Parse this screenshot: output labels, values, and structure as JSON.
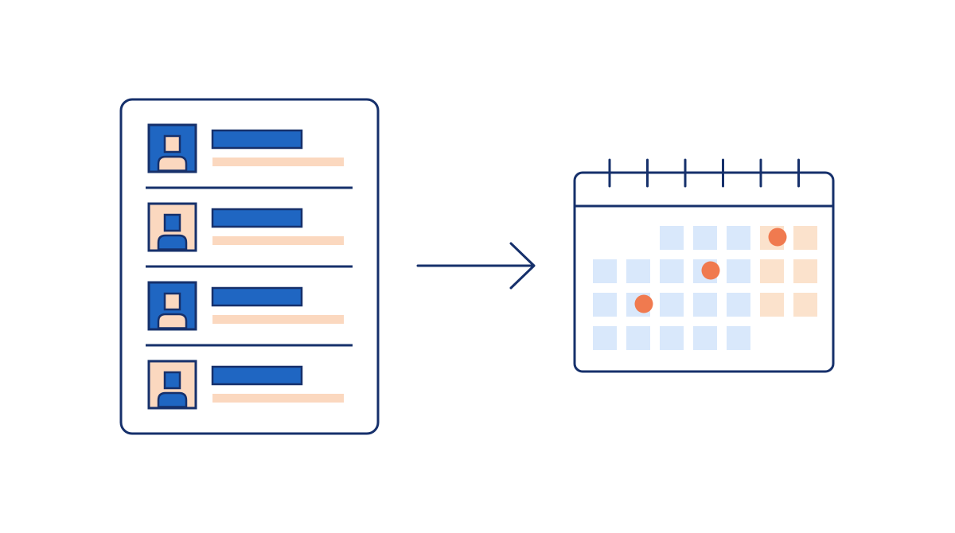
{
  "colors": {
    "stroke": "#16306b",
    "blue": "#1f66c2",
    "peach": "#fbd8bf",
    "weekday": "#d9e8fb",
    "weekend": "#fbe2cc",
    "dot": "#f07a4f",
    "background": "#ffffff"
  },
  "contact_list": {
    "icon": "contact-list-icon",
    "entries": [
      {
        "avatar_style": "blue"
      },
      {
        "avatar_style": "peach"
      },
      {
        "avatar_style": "blue"
      },
      {
        "avatar_style": "peach"
      }
    ]
  },
  "arrow": {
    "icon": "arrow-right-icon"
  },
  "calendar": {
    "icon": "calendar-icon",
    "ring_count": 6,
    "grid_columns": 7,
    "weekend_columns": [
      5,
      6
    ],
    "weeks": [
      {
        "first_col": 2,
        "last_col": 6
      },
      {
        "first_col": 0,
        "last_col": 6
      },
      {
        "first_col": 0,
        "last_col": 6
      },
      {
        "first_col": 0,
        "last_col": 4
      }
    ],
    "marked_days": [
      {
        "week": 0,
        "col": 5
      },
      {
        "week": 1,
        "col": 3
      },
      {
        "week": 2,
        "col": 1
      }
    ]
  }
}
